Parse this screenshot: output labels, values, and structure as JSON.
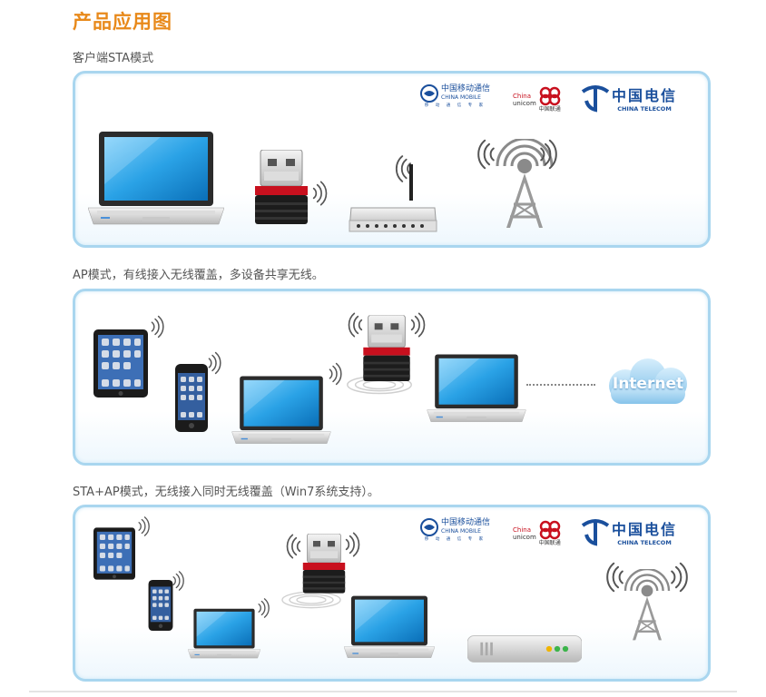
{
  "heading": "产品应用图",
  "sections": [
    {
      "caption": "客户端STA模式"
    },
    {
      "caption": "AP模式，有线接入无线覆盖，多设备共享无线。"
    },
    {
      "caption": "STA+AP模式，无线接入同时无线覆盖（Win7系统支持）。"
    }
  ],
  "logos": {
    "china_mobile": {
      "cn": "中国移动通信",
      "en": "CHINA MOBILE",
      "slogan": "移 动 通 信 专 家"
    },
    "china_unicom": {
      "en1": "China",
      "en2": "unicom",
      "cn": "中国联通"
    },
    "china_telecom": {
      "cn": "中国电信",
      "en": "CHINA TELECOM"
    }
  },
  "cloud_label": "Internet",
  "colors": {
    "heading": "#e8891a",
    "panel_border": "#a9d6ef",
    "screen": "#1f9be0",
    "dongle_red": "#c8101e"
  }
}
